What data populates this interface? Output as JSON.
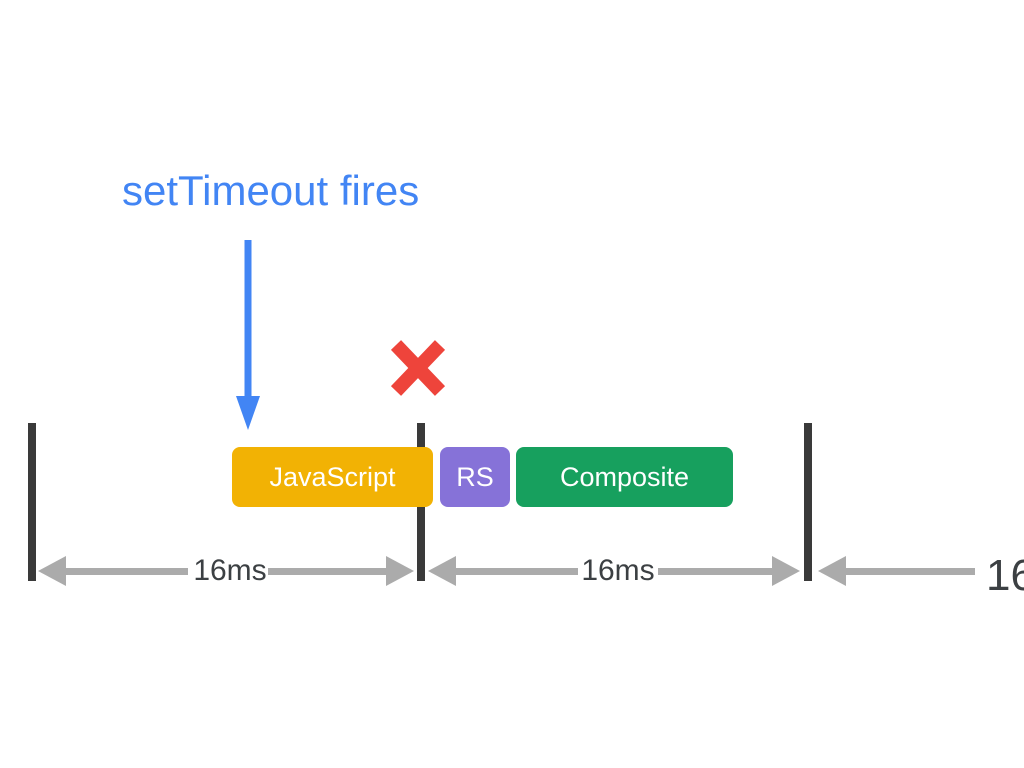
{
  "palette": {
    "blue": "#4285F4",
    "red": "#EE443B",
    "yellow": "#F2B204",
    "purple": "#8672D8",
    "green": "#17A05E",
    "bar_dark": "#3A3A3A",
    "arrow_gray": "#ABABAB",
    "label_gray": "#3C4043"
  },
  "annotation": {
    "label": "setTimeout fires"
  },
  "tasks": [
    {
      "label": "JavaScript",
      "color": "#F2B204"
    },
    {
      "label": "RS",
      "color": "#8672D8"
    },
    {
      "label": "Composite",
      "color": "#17A05E"
    }
  ],
  "intervals": [
    {
      "label": "16ms"
    },
    {
      "label": "16ms"
    },
    {
      "label": "16"
    }
  ]
}
